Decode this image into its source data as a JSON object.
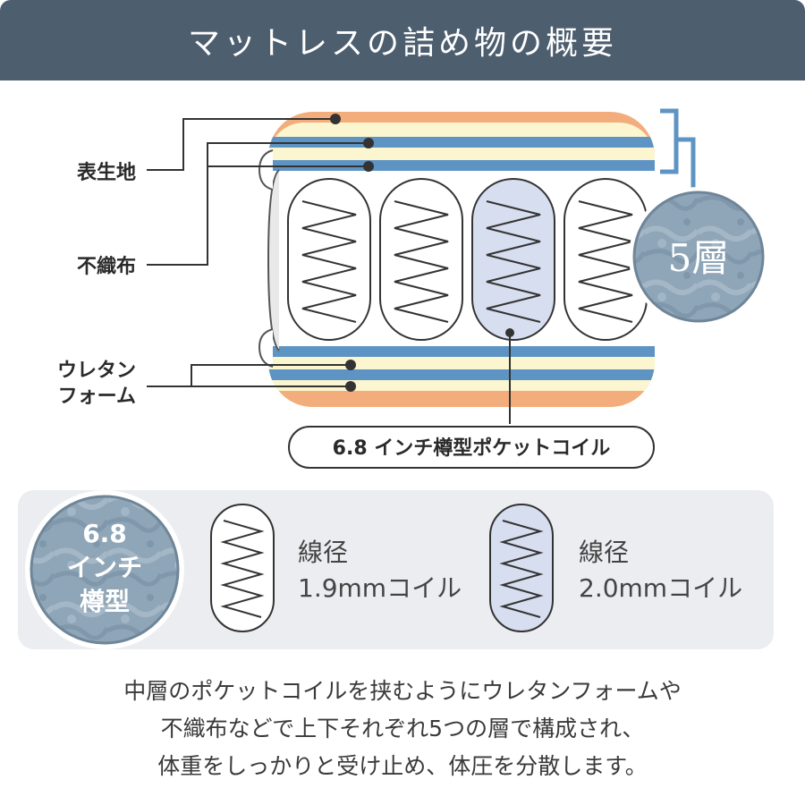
{
  "header": {
    "title": "マットレスの詰め物の概要"
  },
  "diagram": {
    "labels": {
      "top_fabric": "表生地",
      "nonwoven": "不織布",
      "urethane_line1": "ウレタン",
      "urethane_line2": "フォーム"
    },
    "layer_badge": "5層",
    "coil_label": "6.8 インチ樽型ポケットコイル"
  },
  "specs": {
    "badge_lines": [
      "6.8",
      "インチ",
      "樽型"
    ],
    "coil_a": {
      "line1": "線径",
      "line2": "1.9mmコイル"
    },
    "coil_b": {
      "line1": "線径",
      "line2": "2.0mmコイル"
    }
  },
  "description": {
    "lines": [
      "中層のポケットコイルを挟むようにウレタンフォームや",
      "不織布などで上下それぞれ5つの層で構成され、",
      "体重をしっかりと受け止め、体圧を分散します。"
    ]
  },
  "colors": {
    "header_bg": "#4d5e6f",
    "orange_layer": "#f3ad7c",
    "cream_layer": "#fbf6cf",
    "blue_layer": "#5e94c4",
    "coil_pocket_blue": "#d7def0",
    "badge_fill": "#8fa6b8",
    "panel_bg": "#ebedf0"
  }
}
